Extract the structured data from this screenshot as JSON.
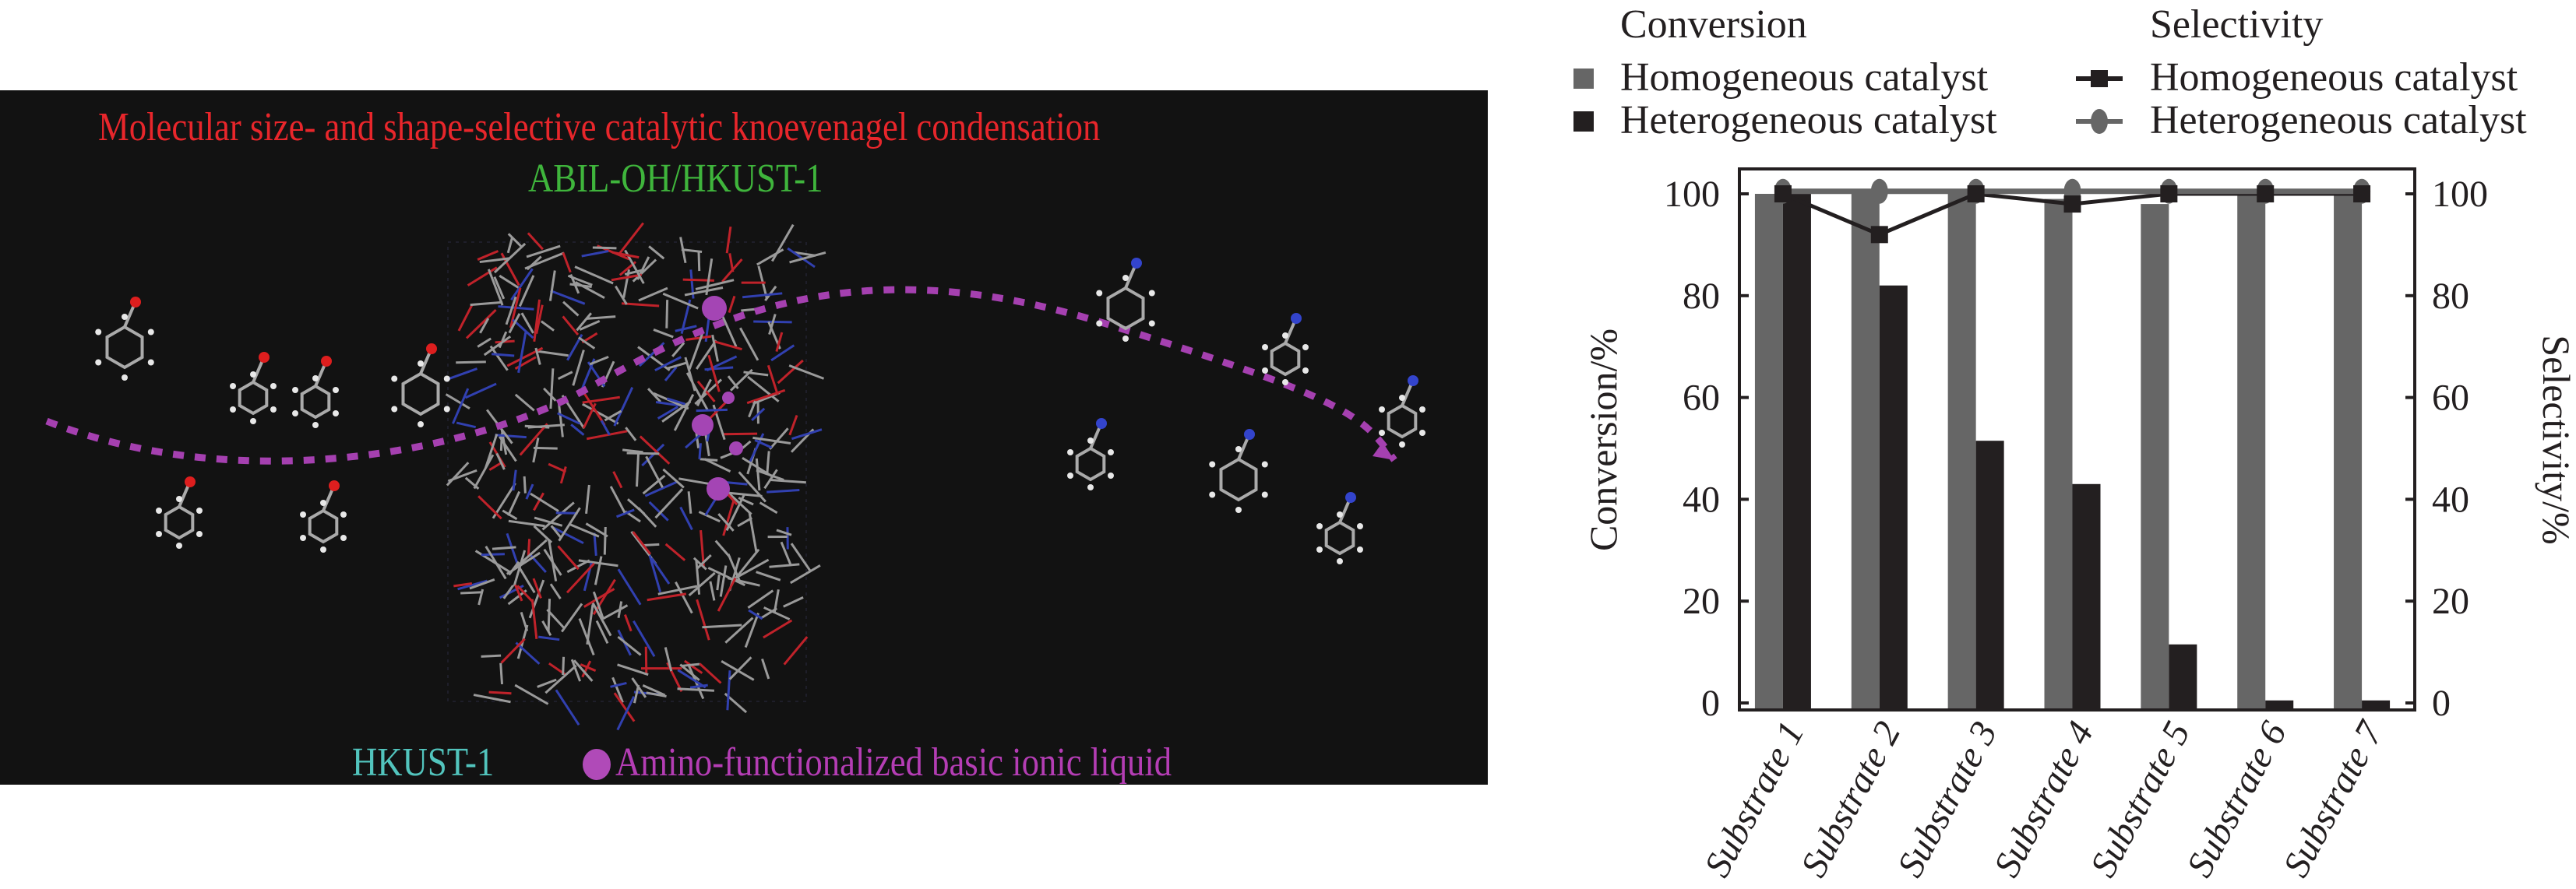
{
  "scheme": {
    "title": "Molecular size- and shape-selective catalytic knoevenagel condensation",
    "subtitle": "ABIL-OH/HKUST-1",
    "legend_framework": "HKUST-1",
    "legend_ionic_liquid": "Amino-functionalized basic ionic liquid",
    "colors": {
      "title": "#e8262b",
      "subtitle": "#3fb53c",
      "framework": "#52c4bd",
      "ionic_liquid": "#b43db4"
    }
  },
  "chart_data": {
    "type": "bar",
    "categories": [
      "Substrate 1",
      "Substrate 2",
      "Substrate 3",
      "Substrate 4",
      "Substrate 5",
      "Substrate 6",
      "Substrate 7"
    ],
    "legend_group_conversion": "Conversion",
    "legend_group_selectivity": "Selectivity",
    "series": [
      {
        "name": "Homogeneous catalyst",
        "group": "Conversion",
        "kind": "bar",
        "axis": "left",
        "color": "#666666",
        "values": [
          100,
          100,
          100,
          99,
          98,
          100,
          100
        ]
      },
      {
        "name": "Heterogeneous catalyst",
        "group": "Conversion",
        "kind": "bar",
        "axis": "left",
        "color": "#231f20",
        "values": [
          100,
          82,
          51.5,
          43,
          11.5,
          0.5,
          0.5
        ]
      },
      {
        "name": "Homogeneous catalyst",
        "group": "Selectivity",
        "kind": "line-square",
        "axis": "right",
        "color": "#231f20",
        "values": [
          100,
          92,
          100,
          98,
          100,
          100,
          100
        ]
      },
      {
        "name": "Heterogeneous catalyst",
        "group": "Selectivity",
        "kind": "line-diamond",
        "axis": "right",
        "color": "#666666",
        "values": [
          100.5,
          100.5,
          100.5,
          100.5,
          100.5,
          100.5,
          100.5
        ]
      }
    ],
    "ylabel": "Conversion/%",
    "y2label": "Selectivity/%",
    "ylim": [
      0,
      105
    ],
    "y2lim": [
      0,
      105
    ],
    "yticks": [
      "0",
      "20",
      "40",
      "60",
      "80",
      "100"
    ],
    "y2ticks": [
      "0",
      "20",
      "40",
      "60",
      "80",
      "100"
    ],
    "grid": false,
    "legend_placement": "top"
  }
}
